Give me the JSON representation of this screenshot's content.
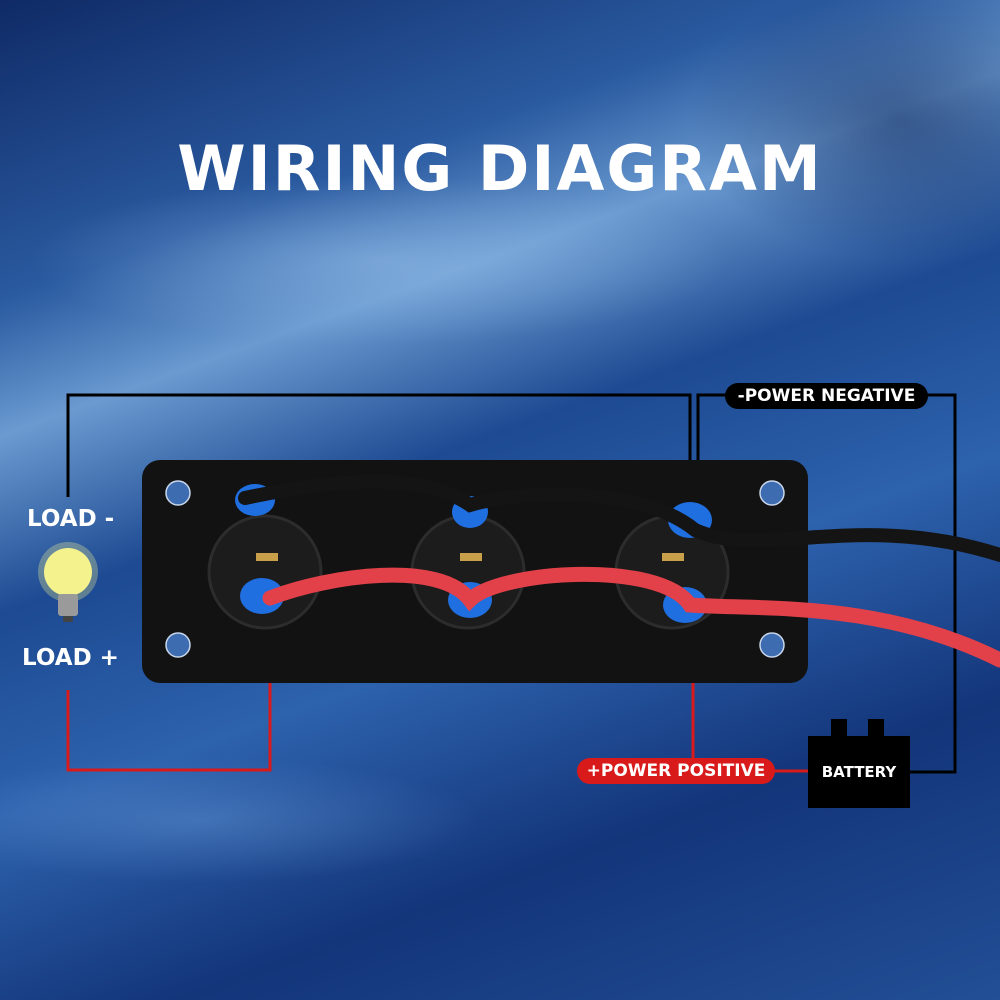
{
  "title": "WIRING DIAGRAM",
  "labels": {
    "load_negative": "LOAD -",
    "load_positive": "LOAD +",
    "power_negative": "-POWER NEGATIVE",
    "power_positive": "+POWER POSITIVE",
    "battery": "BATTERY"
  },
  "colors": {
    "negative_wire": "#000000",
    "positive_wire": "#d81a1a",
    "panel": "#111111",
    "terminal": "#1f6fe0"
  }
}
